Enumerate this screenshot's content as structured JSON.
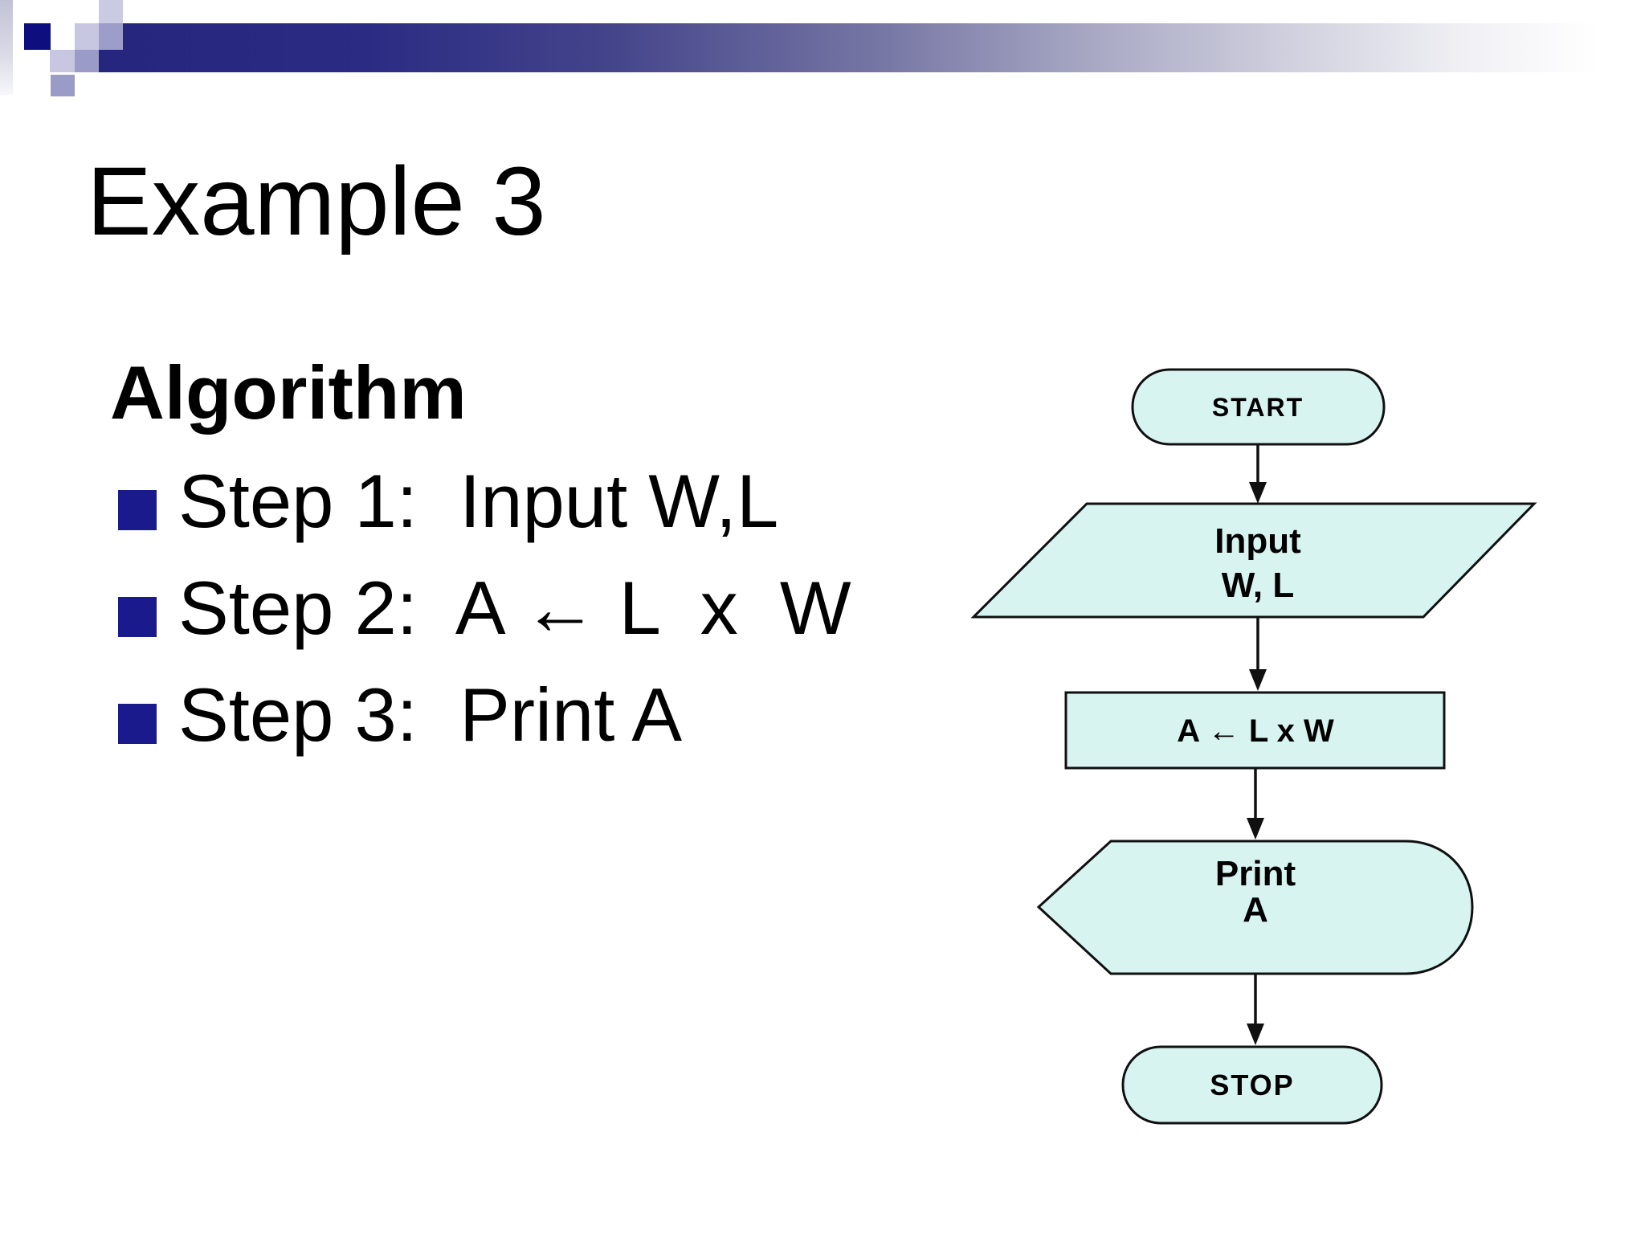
{
  "slide": {
    "title": "Example 3",
    "heading": "Algorithm",
    "bullets": [
      {
        "label": "Step 1:  Input W,L"
      },
      {
        "label": "Step 2:  A ← L  x  W"
      },
      {
        "label": "Step 3:  Print A"
      }
    ]
  },
  "flowchart": {
    "start_label": "START",
    "input_line1": "Input",
    "input_line2": "W, L",
    "process_label": "A ← L x W",
    "print_line1": "Print",
    "print_line2": "A",
    "stop_label": "STOP"
  },
  "colors": {
    "accent_navy": "#26267e",
    "bullet_navy": "#1a1a8c",
    "corner_square_navy": "#0e0e7e",
    "shape_fill": "#d8f4f0",
    "shape_border": "#101010",
    "text": "#000000",
    "background": "#ffffff"
  }
}
